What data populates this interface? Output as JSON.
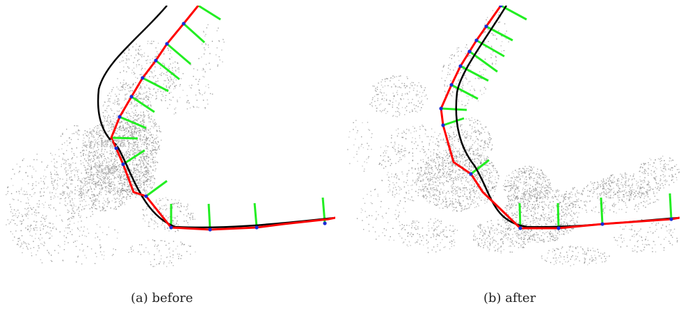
{
  "figure": {
    "subfigures": [
      {
        "id": "a",
        "caption": "(a) before",
        "keyframe_labels": [
          "kf175",
          "kf"
        ]
      },
      {
        "id": "b",
        "caption": "(b) after",
        "keyframe_labels": []
      }
    ],
    "colors": {
      "reference_trajectory": "#000000",
      "estimated_trajectory": "#ff0000",
      "keyframe_axis": "#22ee22",
      "keyframe_node": "#1a2bd6",
      "point_cloud": "#8a8a8a"
    }
  }
}
